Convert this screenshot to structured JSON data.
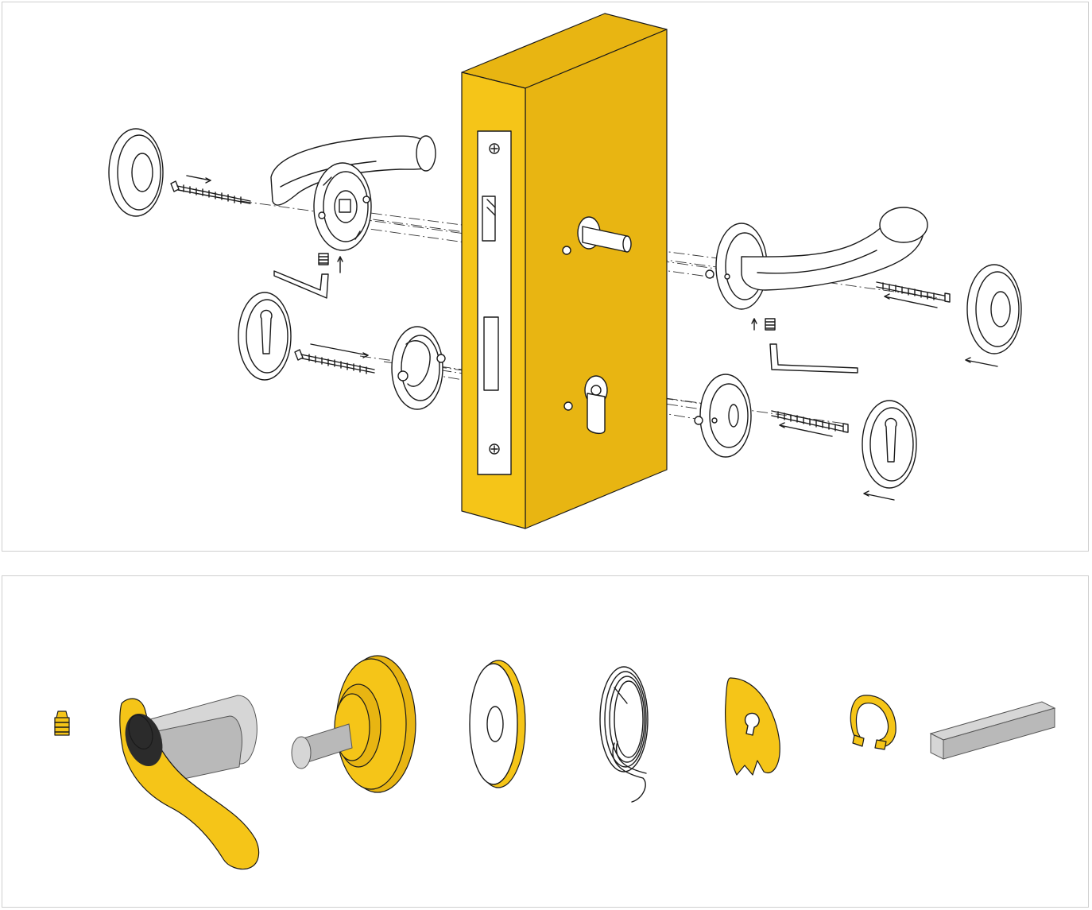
{
  "figure": {
    "top_panel": "exploded-assembly",
    "bottom_panel": "component-parts",
    "colors": {
      "accent": "#f5c518",
      "accent_shade": "#e8b512",
      "line": "#1a1a1a",
      "metal": "#b9b9b9",
      "background": "#ffffff",
      "border": "#cfcfcf"
    },
    "icons": [
      "door-block",
      "lever-handle",
      "rose",
      "escutcheon",
      "bolt",
      "grub-screw",
      "allen-key",
      "lock-cylinder",
      "spindle",
      "spring",
      "circlip",
      "washer"
    ]
  }
}
